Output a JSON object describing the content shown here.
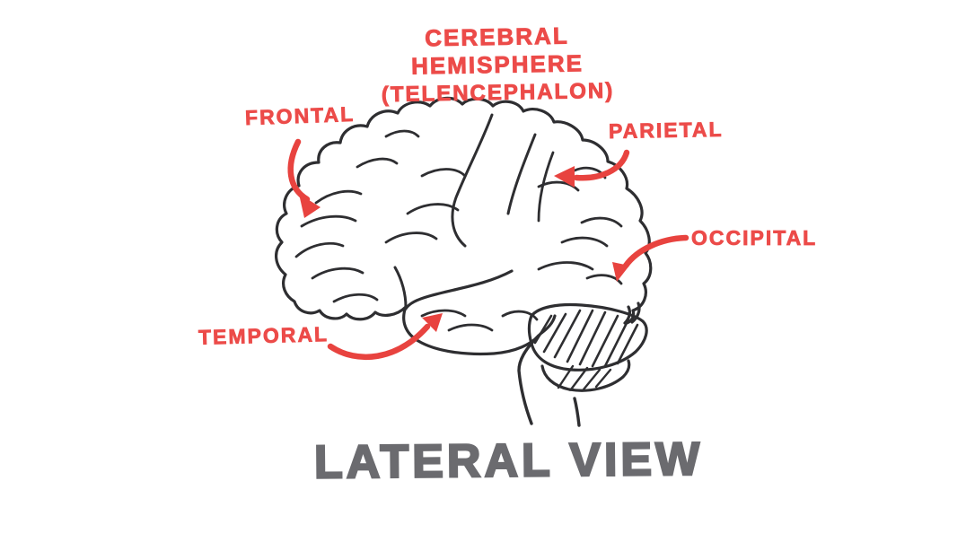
{
  "diagram": {
    "title": {
      "line1": "CEREBRAL HEMISPHERE",
      "line2": "(TELENCEPHALON)"
    },
    "labels": {
      "frontal": "FRONTAL",
      "parietal": "PARIETAL",
      "occipital": "OCCIPITAL",
      "temporal": "TEMPORAL"
    },
    "caption": "LATERAL VIEW",
    "colors": {
      "label_red": "#ec4b49",
      "arrow_red": "#e8433f",
      "ink": "#2e2e31",
      "caption_gray": "#6b6b6f",
      "background": "#ffffff"
    }
  }
}
